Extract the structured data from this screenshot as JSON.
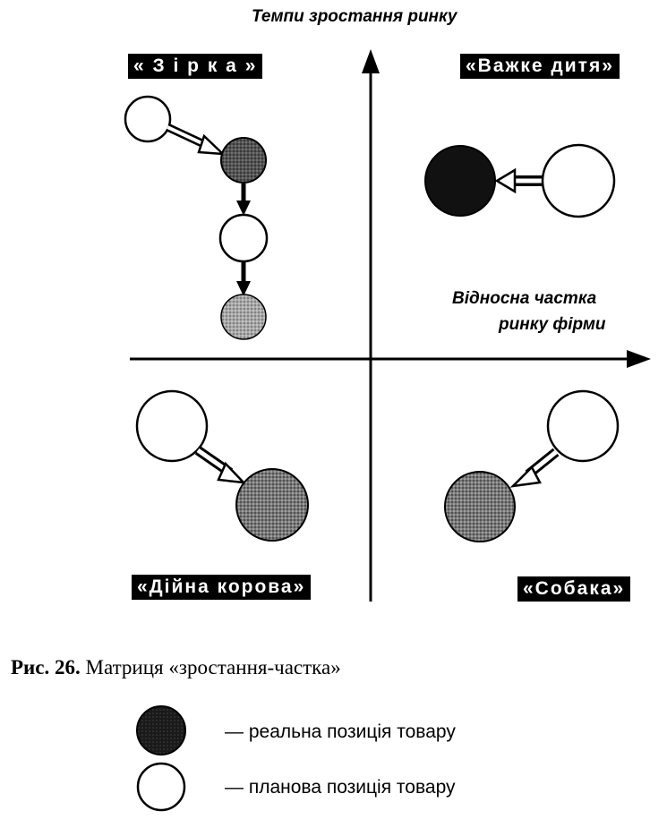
{
  "diagram": {
    "y_axis_title": "Темпи зростання ринку",
    "x_axis_title_line1": "Відносна частка",
    "x_axis_title_line2": "ринку фірми",
    "quadrants": {
      "star": "« З і р к а »",
      "problem_child": "«Важке дитя»",
      "cash_cow": "«Дійна корова»",
      "dog": "«Собака»"
    }
  },
  "caption": {
    "number": "Рис. 26.",
    "text": " Матриця «зростання-частка»"
  },
  "legend": {
    "items": [
      {
        "style": "real",
        "label": "— реальна позиція товару"
      },
      {
        "style": "planned",
        "label": "— планова позиція товару"
      }
    ]
  },
  "colors": {
    "real_fill": "#111111",
    "shaded_fill": "#6e6e6e",
    "light_shaded_fill": "#9a9a9a",
    "planned_fill": "#ffffff"
  }
}
